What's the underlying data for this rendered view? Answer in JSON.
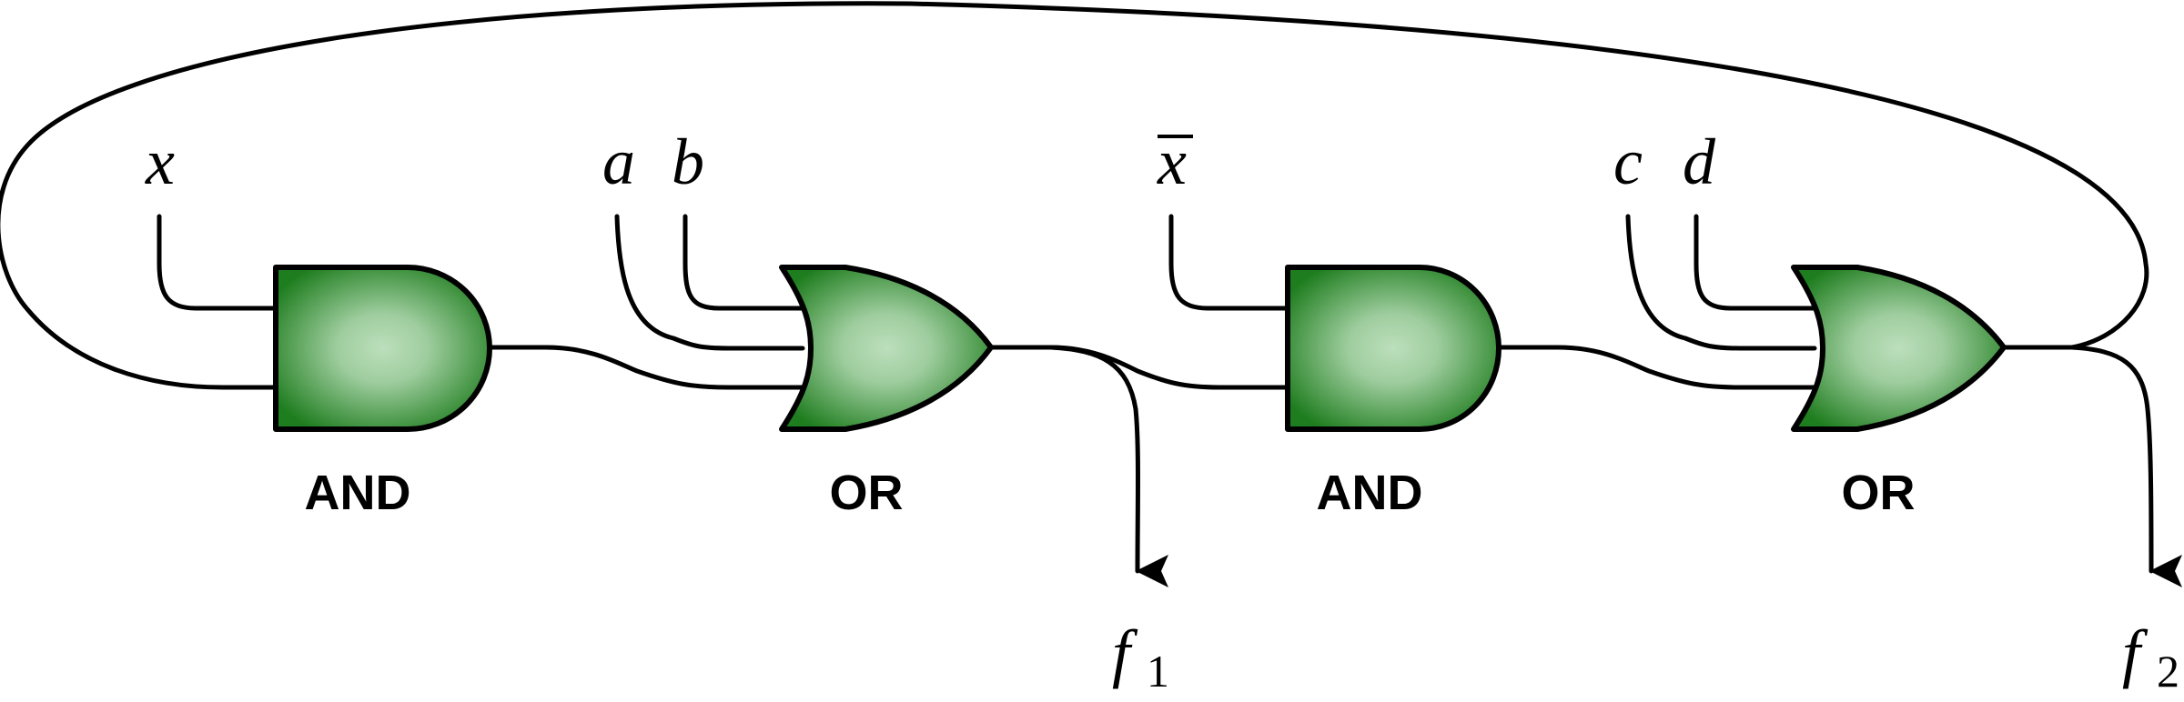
{
  "diagram": {
    "type": "logic-circuit",
    "colors": {
      "gate_dark": "#1e7d1e",
      "gate_light": "#bcdfbc",
      "wire": "#000000"
    },
    "gates": [
      {
        "id": "and1",
        "kind": "AND",
        "label": "AND",
        "inputs": [
          "x",
          "feedback_f2"
        ],
        "output": "to or1"
      },
      {
        "id": "or1",
        "kind": "OR",
        "label": "OR",
        "inputs": [
          "a",
          "b",
          "and1"
        ],
        "output": "f1"
      },
      {
        "id": "and2",
        "kind": "AND",
        "label": "AND",
        "inputs": [
          "x_bar",
          "or1"
        ],
        "output": "to or2"
      },
      {
        "id": "or2",
        "kind": "OR",
        "label": "OR",
        "inputs": [
          "c",
          "d",
          "and2"
        ],
        "output": "f2"
      }
    ],
    "inputs": {
      "x": "x",
      "a": "a",
      "b": "b",
      "x_bar": "x",
      "c": "c",
      "d": "d"
    },
    "outputs": {
      "f1": {
        "symbol": "f",
        "subscript": "1"
      },
      "f2": {
        "symbol": "f",
        "subscript": "2"
      }
    },
    "feedback": "f2 loops back to second input of first AND gate"
  }
}
